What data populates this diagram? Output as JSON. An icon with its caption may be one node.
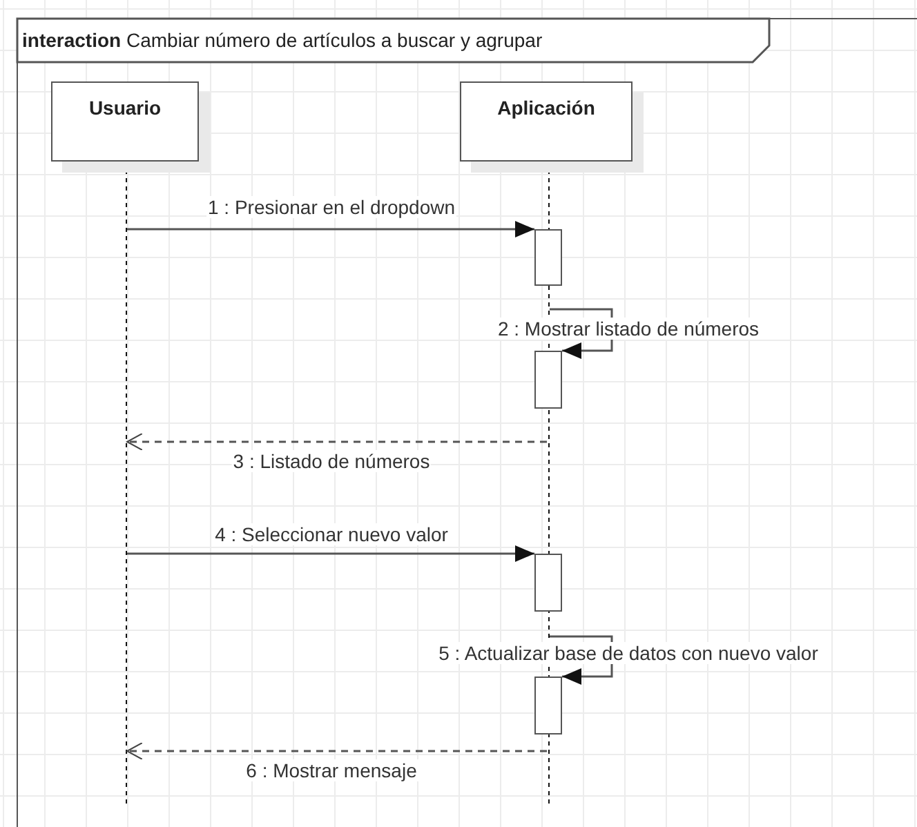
{
  "diagram": {
    "nodes": [
      {
        "text": [
          "**interaction** Cambiar número de artículos a buscar y agrupar"
        ]
      },
      {
        "text": [
          "Usuario"
        ],
        "in": 0
      },
      {
        "text": [
          "Aplicación"
        ],
        "in": 0
      },
      {
        "text": [],
        "shape": "line",
        "in": 0
      },
      {
        "text": [],
        "shape": "line",
        "in": 0
      },
      {
        "text": [],
        "shape": "bar",
        "in": 0
      },
      {
        "text": [],
        "shape": "bar",
        "in": 0
      },
      {
        "text": [],
        "shape": "bar",
        "in": 0
      },
      {
        "text": [],
        "shape": "bar",
        "in": 0
      }
    ],
    "edges": [
      {
        "from": 3,
        "to": 5,
        "arrow": "to",
        "label": "1 : Presionar en el dropdown"
      },
      {
        "from": 4,
        "to": 6,
        "arrow": "to",
        "label": "2 : Mostrar listado de números"
      },
      {
        "from": 4,
        "to": 3,
        "arrow": "to",
        "label": "3 : Listado de números",
        "style": "dashed"
      },
      {
        "from": 3,
        "to": 7,
        "arrow": "to",
        "label": "4 : Seleccionar nuevo valor"
      },
      {
        "from": 4,
        "to": 8,
        "arrow": "to",
        "label": "5 : Actualizar base de datos con nuevo valor"
      },
      {
        "from": 4,
        "to": 3,
        "arrow": "to",
        "label": "6 : Mostrar mensaje",
        "style": "dashed"
      }
    ]
  }
}
